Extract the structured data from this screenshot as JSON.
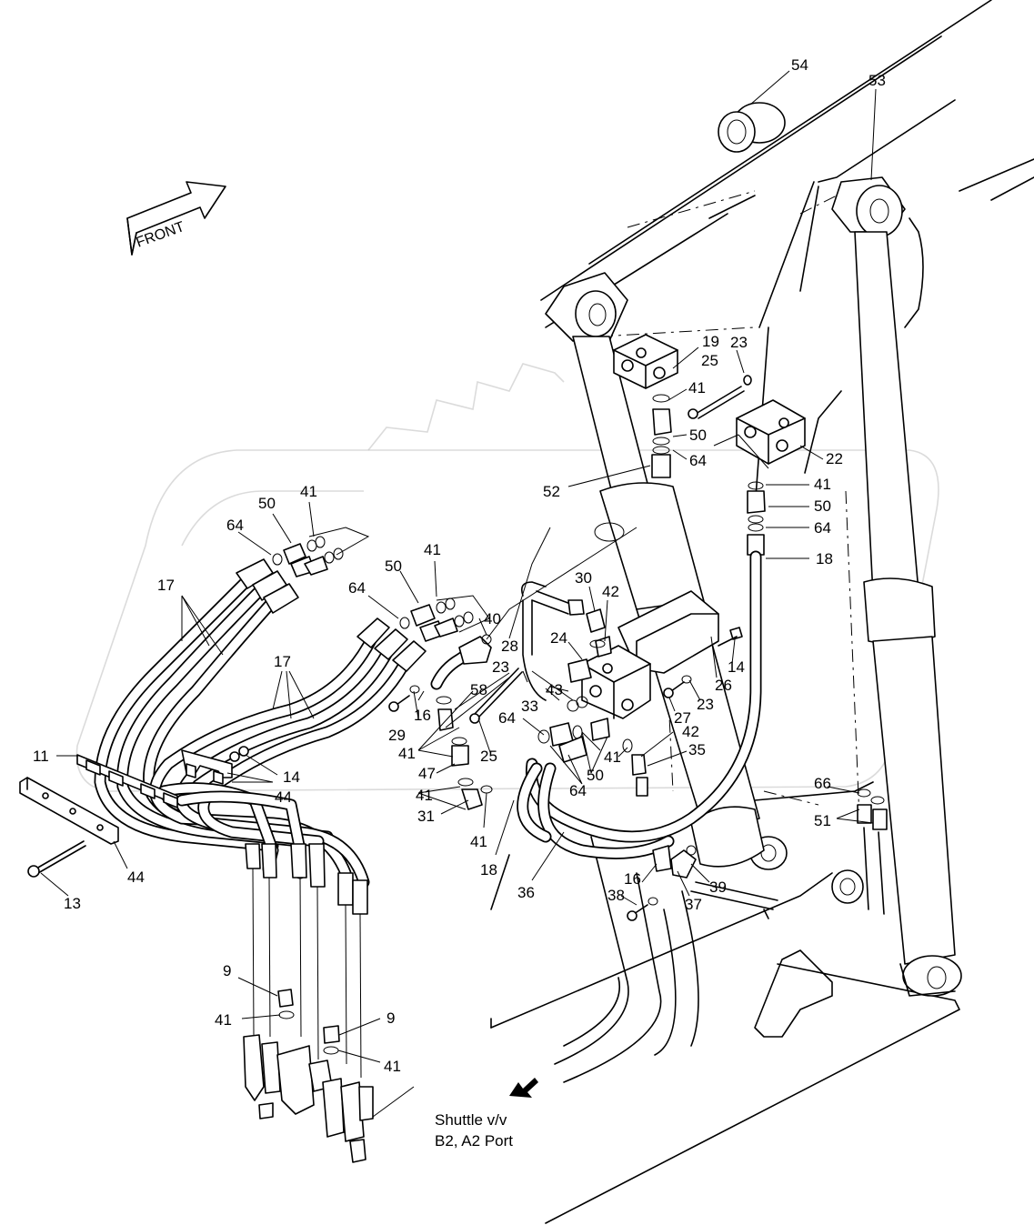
{
  "diagram": {
    "front_label": "FRONT",
    "note_line1": "Shuttle v/v",
    "note_line2": "B2, A2 Port",
    "callouts": [
      {
        "id": "c54",
        "text": "54"
      },
      {
        "id": "c53",
        "text": "53"
      },
      {
        "id": "c19",
        "text": "19"
      },
      {
        "id": "c23a",
        "text": "23"
      },
      {
        "id": "c25a",
        "text": "25"
      },
      {
        "id": "c41a",
        "text": "41"
      },
      {
        "id": "c50a",
        "text": "50"
      },
      {
        "id": "c64a",
        "text": "64"
      },
      {
        "id": "c22",
        "text": "22"
      },
      {
        "id": "c52",
        "text": "52"
      },
      {
        "id": "c41b",
        "text": "41"
      },
      {
        "id": "c50b",
        "text": "50"
      },
      {
        "id": "c64b",
        "text": "64"
      },
      {
        "id": "c18a",
        "text": "18"
      },
      {
        "id": "c50c",
        "text": "50"
      },
      {
        "id": "c41c",
        "text": "41"
      },
      {
        "id": "c64c",
        "text": "64"
      },
      {
        "id": "c17a",
        "text": "17"
      },
      {
        "id": "c41d",
        "text": "41"
      },
      {
        "id": "c50d",
        "text": "50"
      },
      {
        "id": "c64d",
        "text": "64"
      },
      {
        "id": "c30",
        "text": "30"
      },
      {
        "id": "c42a",
        "text": "42"
      },
      {
        "id": "c40",
        "text": "40"
      },
      {
        "id": "c28",
        "text": "28"
      },
      {
        "id": "c24",
        "text": "24"
      },
      {
        "id": "c14a",
        "text": "14"
      },
      {
        "id": "c26",
        "text": "26"
      },
      {
        "id": "c17b",
        "text": "17"
      },
      {
        "id": "c23b",
        "text": "23"
      },
      {
        "id": "c58",
        "text": "58"
      },
      {
        "id": "c43",
        "text": "43"
      },
      {
        "id": "c23c",
        "text": "23"
      },
      {
        "id": "c16a",
        "text": "16"
      },
      {
        "id": "c29",
        "text": "29"
      },
      {
        "id": "c33",
        "text": "33"
      },
      {
        "id": "c27",
        "text": "27"
      },
      {
        "id": "c64e",
        "text": "64"
      },
      {
        "id": "c42b",
        "text": "42"
      },
      {
        "id": "c41e",
        "text": "41"
      },
      {
        "id": "c25b",
        "text": "25"
      },
      {
        "id": "c41f",
        "text": "41"
      },
      {
        "id": "c35",
        "text": "35"
      },
      {
        "id": "c11",
        "text": "11"
      },
      {
        "id": "c14b",
        "text": "14"
      },
      {
        "id": "c47",
        "text": "47"
      },
      {
        "id": "c50e",
        "text": "50"
      },
      {
        "id": "c44a",
        "text": "44"
      },
      {
        "id": "c64f",
        "text": "64"
      },
      {
        "id": "c66",
        "text": "66"
      },
      {
        "id": "c41g",
        "text": "41"
      },
      {
        "id": "c51",
        "text": "51"
      },
      {
        "id": "c31",
        "text": "31"
      },
      {
        "id": "c41h",
        "text": "41"
      },
      {
        "id": "c44b",
        "text": "44"
      },
      {
        "id": "c18b",
        "text": "18"
      },
      {
        "id": "c36",
        "text": "36"
      },
      {
        "id": "c16b",
        "text": "16"
      },
      {
        "id": "c39",
        "text": "39"
      },
      {
        "id": "c13",
        "text": "13"
      },
      {
        "id": "c38",
        "text": "38"
      },
      {
        "id": "c37",
        "text": "37"
      },
      {
        "id": "c9a",
        "text": "9"
      },
      {
        "id": "c41i",
        "text": "41"
      },
      {
        "id": "c9b",
        "text": "9"
      },
      {
        "id": "c41j",
        "text": "41"
      }
    ]
  }
}
